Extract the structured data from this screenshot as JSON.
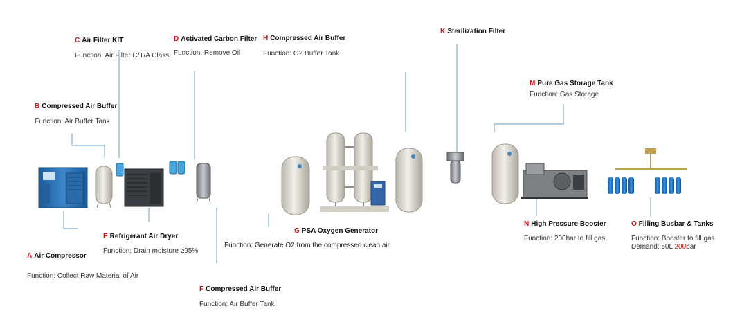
{
  "colors": {
    "leader": "#7fb2cf",
    "key": "#d21414",
    "compressor": "#2f6fae",
    "tank": "#e6e3da",
    "cylinder": "#1d72c9"
  },
  "components": [
    {
      "key": "A",
      "title": "Air Compressor",
      "function": "Function: Collect Raw Material of Air"
    },
    {
      "key": "B",
      "title": "Compressed Air Buffer",
      "function": "Function: Air Buffer Tank"
    },
    {
      "key": "C",
      "title": "Air Filter KIT",
      "function": "Function: Air Filter C/T/A Class"
    },
    {
      "key": "D",
      "title": "Activated Carbon Filter",
      "function": "Function: Remove Oil"
    },
    {
      "key": "E",
      "title": "Refrigerant Air Dryer",
      "function": "Function: Drain moisture ≥95%"
    },
    {
      "key": "F",
      "title": "Compressed Air Buffer",
      "function": "Function: Air Buffer Tank"
    },
    {
      "key": "G",
      "title": "PSA Oxygen Generator",
      "function": "Function: Generate O2 from the compressed clean air"
    },
    {
      "key": "H",
      "title": "Compressed Air Buffer",
      "function": "Function: O2 Buffer Tank"
    },
    {
      "key": "K",
      "title": "Sterilization Filter",
      "function": ""
    },
    {
      "key": "M",
      "title": "Pure Gas Storage Tank",
      "function": "Function: Gas Storage"
    },
    {
      "key": "N",
      "title": "High Pressure Booster",
      "function": "Function: 200bar to fill gas"
    },
    {
      "key": "O",
      "title": "Filling Busbar & Tanks",
      "function": "Function: Booster to fill gas",
      "demand_prefix": "Demand: 50L ",
      "demand_value": "200",
      "demand_suffix": "bar"
    }
  ]
}
